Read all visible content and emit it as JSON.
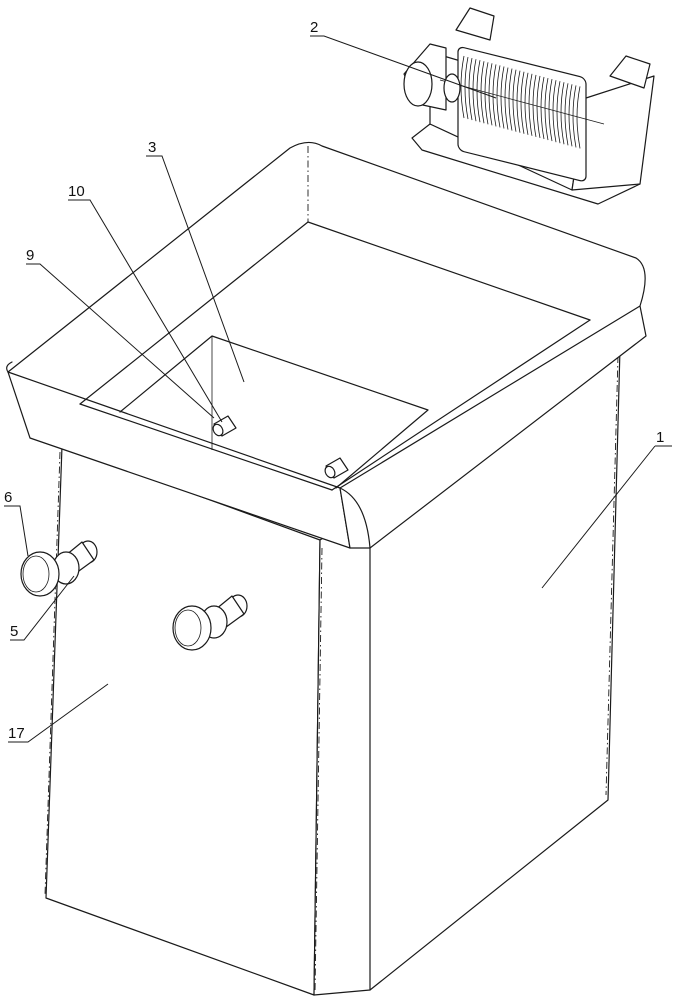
{
  "labels": {
    "l1": "1",
    "l2": "2",
    "l3": "3",
    "l5": "5",
    "l6": "6",
    "l9": "9",
    "l10": "10",
    "l17": "17"
  }
}
